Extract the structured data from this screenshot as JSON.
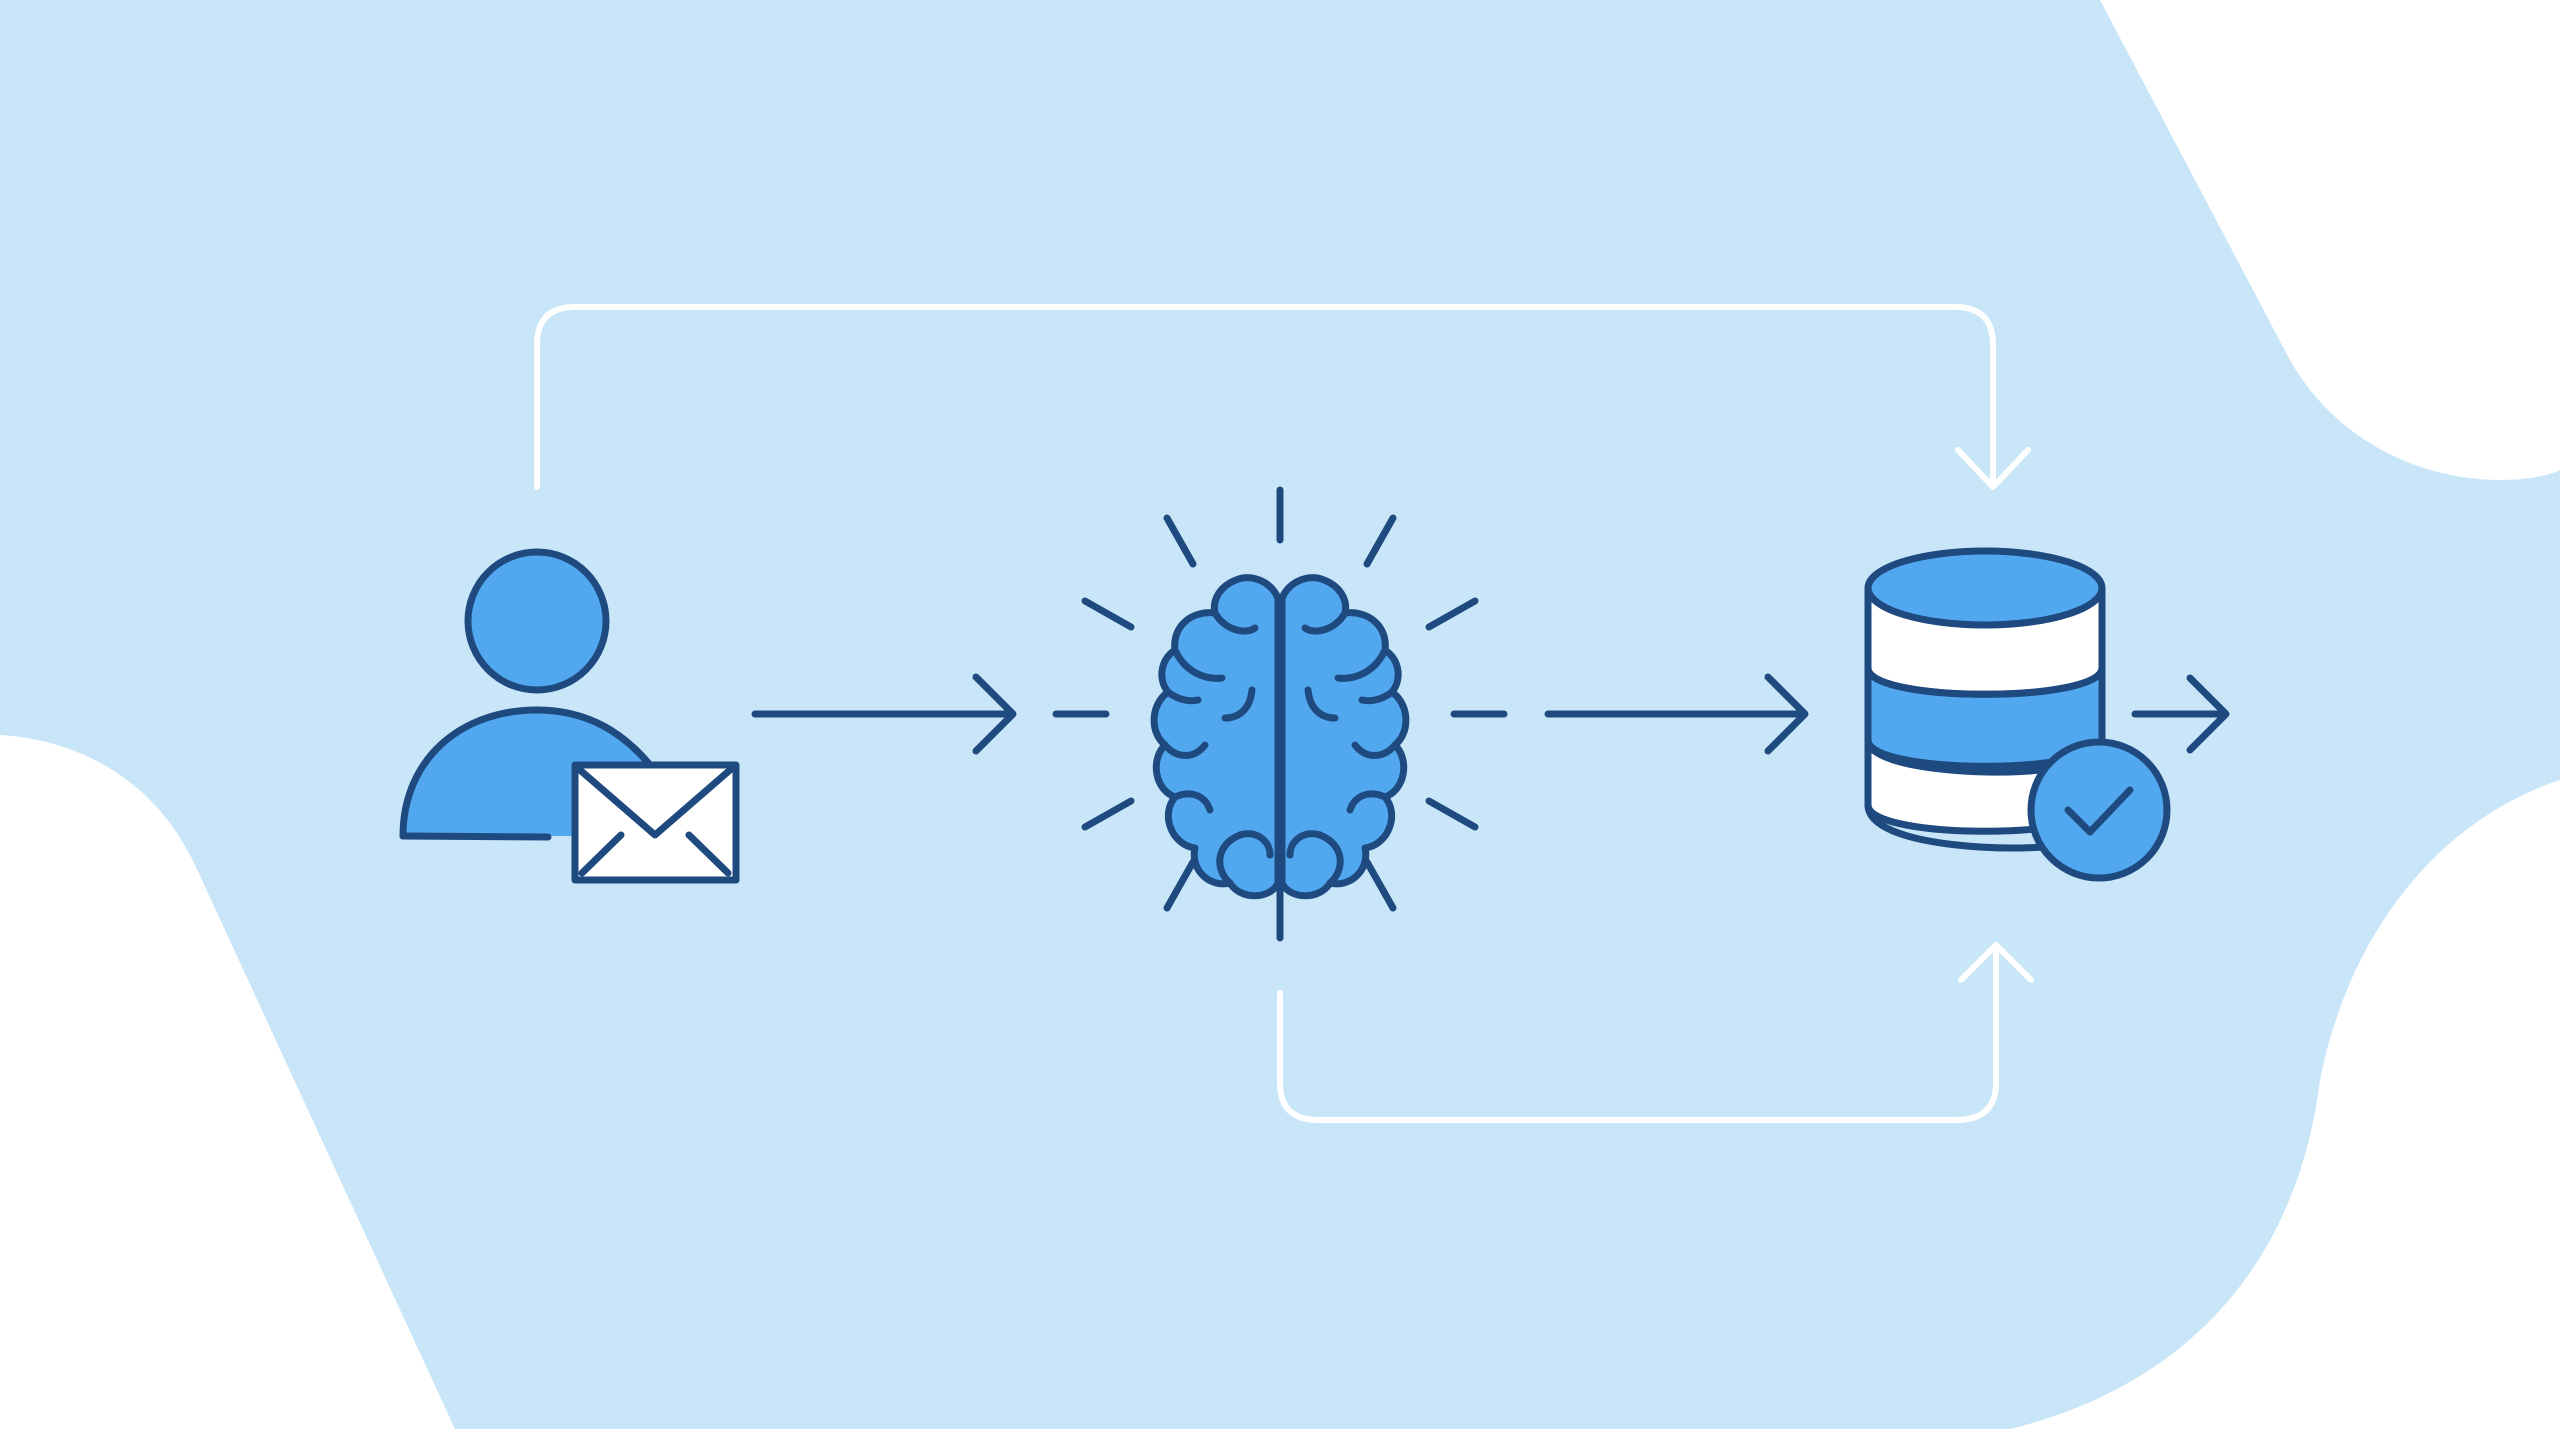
{
  "diagram": {
    "nodes": [
      {
        "id": "sender",
        "icon": "person-with-envelope-icon"
      },
      {
        "id": "processor",
        "icon": "brain-icon"
      },
      {
        "id": "storage",
        "icon": "database-check-icon"
      }
    ],
    "edges": [
      {
        "from": "sender",
        "to": "processor",
        "style": "solid-arrow"
      },
      {
        "from": "processor",
        "to": "storage",
        "style": "solid-arrow"
      },
      {
        "from": "storage",
        "to": "output",
        "style": "solid-arrow"
      },
      {
        "from": "sender",
        "to": "storage",
        "style": "loop-arrow-top"
      },
      {
        "from": "processor",
        "to": "storage",
        "style": "loop-arrow-bottom"
      }
    ]
  },
  "colors": {
    "background_blob": "#c9e6f9",
    "page": "#ffffff",
    "stroke": "#1e4a80",
    "fill_accent": "#52a8ee",
    "fill_light": "#ffffff",
    "loop_line": "#ffffff"
  }
}
